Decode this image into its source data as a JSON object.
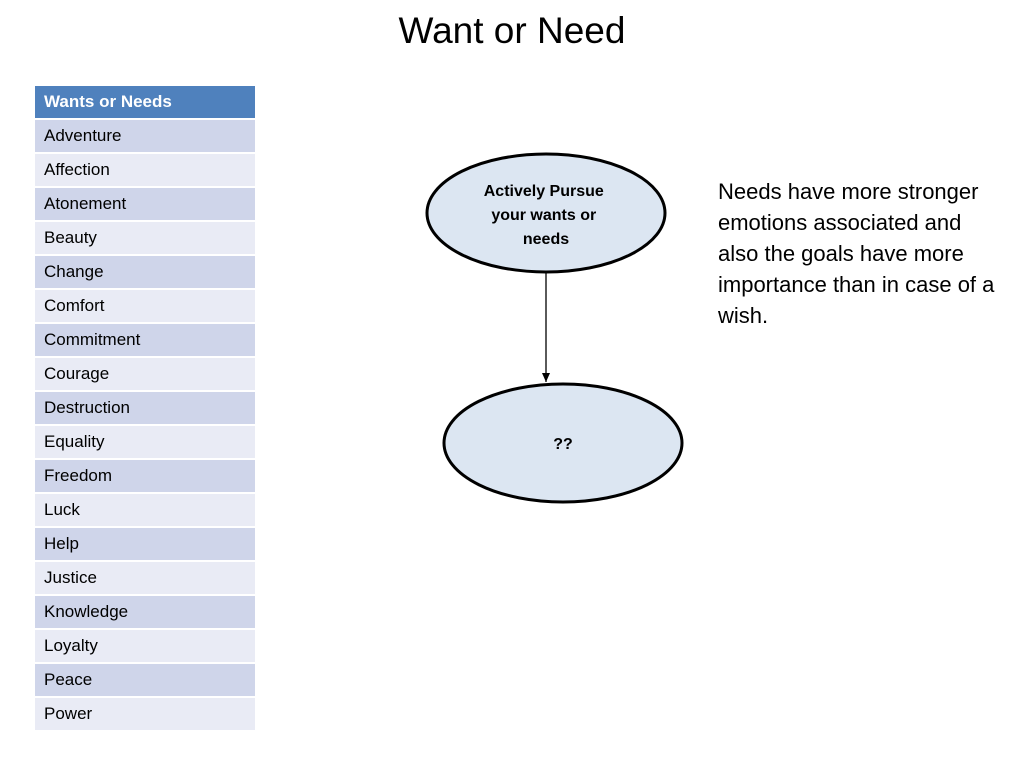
{
  "slide": {
    "title": "Want or Need",
    "table": {
      "header": "Wants or Needs",
      "rows": [
        "Adventure",
        "Affection",
        "Atonement",
        "Beauty",
        "Change",
        "Comfort",
        "Commitment",
        "Courage",
        "Destruction",
        "Equality",
        "Freedom",
        "Luck",
        "Help",
        "Justice",
        "Knowledge",
        "Loyalty",
        "Peace",
        "Power"
      ]
    },
    "diagram": {
      "top_node": [
        "Actively Pursue",
        "your wants or",
        "needs"
      ],
      "bottom_node": "??"
    },
    "note": "Needs have more stronger emotions associated and also the goals have more importance than in case of a wish."
  },
  "colors": {
    "table_header": "#4f81bd",
    "row_dark": "#cfd5ea",
    "row_light": "#e9ebf5",
    "ellipse_fill": "#dce6f2"
  }
}
